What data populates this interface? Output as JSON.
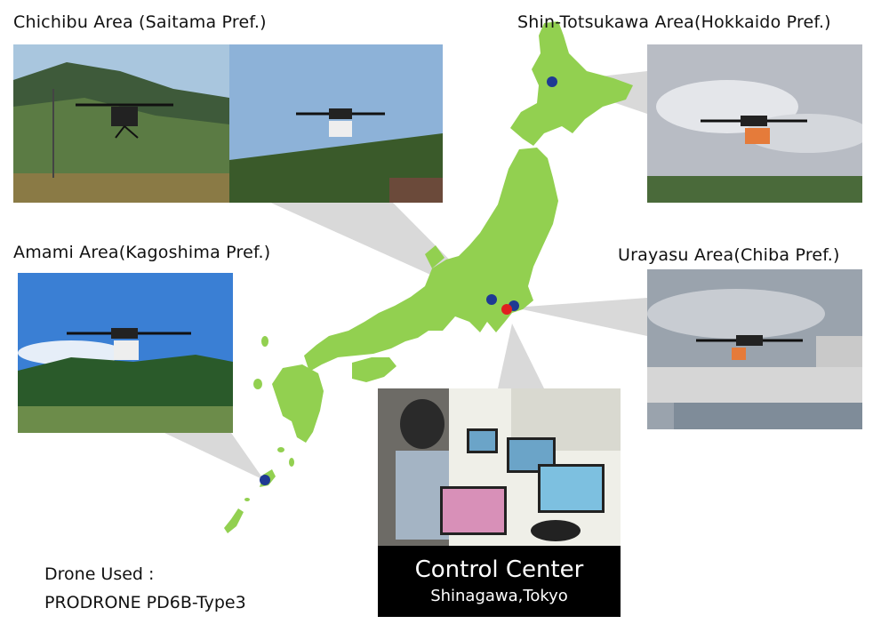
{
  "areas": {
    "chichibu": "Chichibu Area (Saitama Pref.)",
    "shin_totsukawa": "Shin-Totsukawa Area(Hokkaido Pref.)",
    "amami": "Amami Area(Kagoshima Pref.)",
    "urayasu": "Urayasu Area(Chiba Pref.)"
  },
  "control_center": {
    "title": "Control Center",
    "location": "Shinagawa,Tokyo"
  },
  "drone_info": {
    "label": "Drone Used :",
    "model": "PRODRONE PD6B-Type3"
  },
  "colors": {
    "land": "#92d050",
    "site_marker": "#1f3a93",
    "control_marker": "#e02020",
    "callout": "#d9d9d9"
  }
}
